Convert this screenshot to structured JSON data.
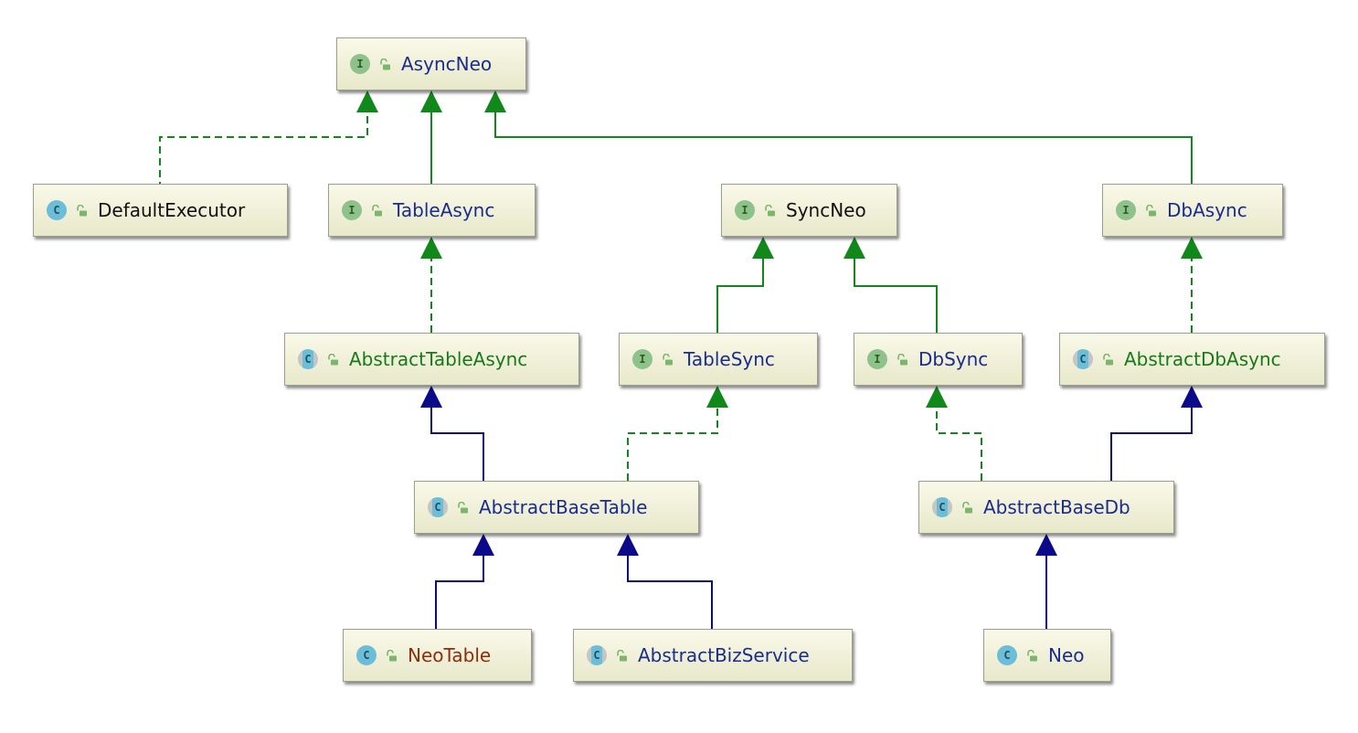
{
  "colors": {
    "implements": "#11881a",
    "extends": "#0a0a8a",
    "text_interface": "#1a2c8c",
    "text_abstract": "#167a16",
    "text_default": "#111111",
    "text_final": "#8c2e0b"
  },
  "nodes": [
    {
      "id": "async-neo",
      "name": "AsyncNeo",
      "kind": "interface",
      "badge": "I",
      "text_style": "interface"
    },
    {
      "id": "default-executor",
      "name": "DefaultExecutor",
      "kind": "class",
      "badge": "C",
      "text_style": "default"
    },
    {
      "id": "table-async",
      "name": "TableAsync",
      "kind": "interface",
      "badge": "I",
      "text_style": "interface"
    },
    {
      "id": "sync-neo",
      "name": "SyncNeo",
      "kind": "interface",
      "badge": "I",
      "text_style": "default"
    },
    {
      "id": "db-async",
      "name": "DbAsync",
      "kind": "interface",
      "badge": "I",
      "text_style": "interface"
    },
    {
      "id": "abstract-table-async",
      "name": "AbstractTableAsync",
      "kind": "abstract",
      "badge": "C",
      "text_style": "abstract"
    },
    {
      "id": "table-sync",
      "name": "TableSync",
      "kind": "interface",
      "badge": "I",
      "text_style": "interface"
    },
    {
      "id": "db-sync",
      "name": "DbSync",
      "kind": "interface",
      "badge": "I",
      "text_style": "interface"
    },
    {
      "id": "abstract-db-async",
      "name": "AbstractDbAsync",
      "kind": "abstract",
      "badge": "C",
      "text_style": "abstract"
    },
    {
      "id": "abstract-base-table",
      "name": "AbstractBaseTable",
      "kind": "abstract",
      "badge": "C",
      "text_style": "interface"
    },
    {
      "id": "abstract-base-db",
      "name": "AbstractBaseDb",
      "kind": "abstract",
      "badge": "C",
      "text_style": "interface"
    },
    {
      "id": "neo-table",
      "name": "NeoTable",
      "kind": "class",
      "badge": "C",
      "text_style": "final"
    },
    {
      "id": "abstract-biz-service",
      "name": "AbstractBizService",
      "kind": "abstract",
      "badge": "C",
      "text_style": "interface"
    },
    {
      "id": "neo",
      "name": "Neo",
      "kind": "class",
      "badge": "C",
      "text_style": "interface"
    }
  ],
  "edges": [
    {
      "from": "default-executor",
      "to": "async-neo",
      "type": "implements"
    },
    {
      "from": "table-async",
      "to": "async-neo",
      "type": "interface-extends"
    },
    {
      "from": "db-async",
      "to": "async-neo",
      "type": "interface-extends"
    },
    {
      "from": "abstract-table-async",
      "to": "table-async",
      "type": "implements"
    },
    {
      "from": "table-sync",
      "to": "sync-neo",
      "type": "interface-extends"
    },
    {
      "from": "db-sync",
      "to": "sync-neo",
      "type": "interface-extends"
    },
    {
      "from": "abstract-db-async",
      "to": "db-async",
      "type": "implements"
    },
    {
      "from": "abstract-base-table",
      "to": "abstract-table-async",
      "type": "extends"
    },
    {
      "from": "abstract-base-table",
      "to": "table-sync",
      "type": "implements"
    },
    {
      "from": "abstract-base-db",
      "to": "db-sync",
      "type": "implements"
    },
    {
      "from": "abstract-base-db",
      "to": "abstract-db-async",
      "type": "extends"
    },
    {
      "from": "neo-table",
      "to": "abstract-base-table",
      "type": "extends"
    },
    {
      "from": "abstract-biz-service",
      "to": "abstract-base-table",
      "type": "extends"
    },
    {
      "from": "neo",
      "to": "abstract-base-db",
      "type": "extends"
    }
  ]
}
